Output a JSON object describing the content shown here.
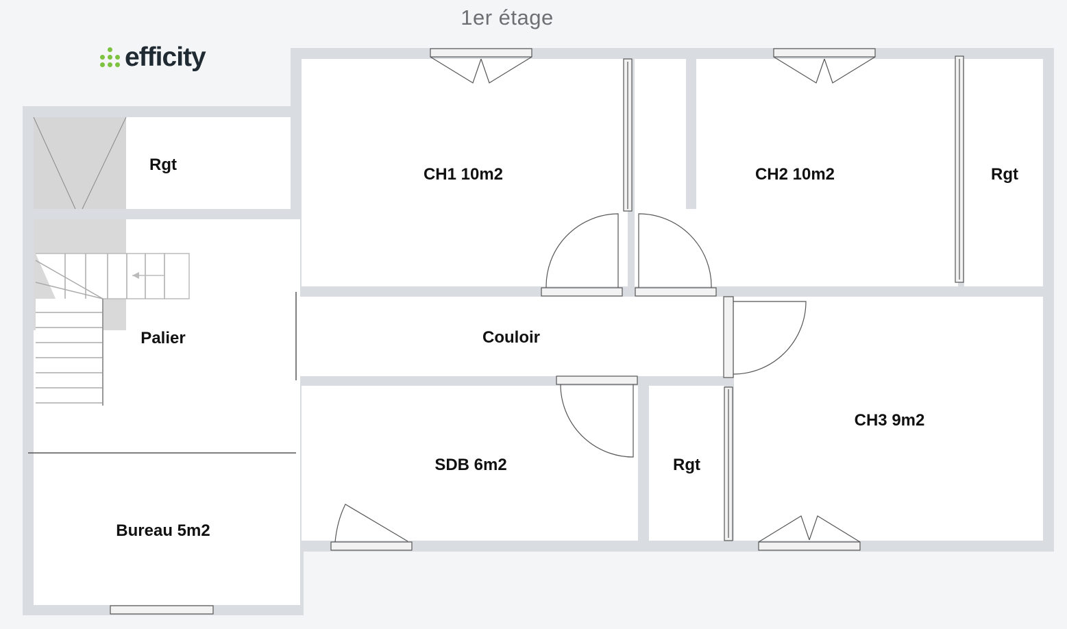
{
  "header": {
    "title": "1er étage"
  },
  "logo": {
    "text": "efficity",
    "dot_color": "#7ec242",
    "text_color": "#1f2a33"
  },
  "rooms": {
    "rgt_top_left": "Rgt",
    "ch1": "CH1 10m2",
    "ch2": "CH2 10m2",
    "rgt_right": "Rgt",
    "palier": "Palier",
    "couloir": "Couloir",
    "ch3": "CH3 9m2",
    "sdb": "SDB 6m2",
    "rgt_middle": "Rgt",
    "bureau": "Bureau 5m2"
  },
  "colors": {
    "wall": "#d9dde2",
    "floor": "#ffffff",
    "line": "#555555",
    "stair_shade": "#d0d0d0"
  }
}
